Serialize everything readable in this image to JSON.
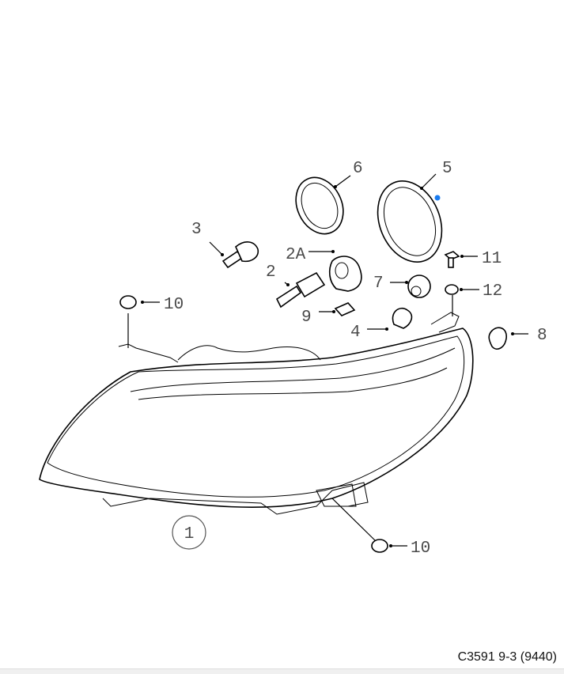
{
  "diagram": {
    "callouts": {
      "p1": "1",
      "p2": "2",
      "p2a": "2A",
      "p3": "3",
      "p4": "4",
      "p5": "5",
      "p6": "6",
      "p7": "7",
      "p8": "8",
      "p9": "9",
      "p10a": "10",
      "p10b": "10",
      "p11": "11",
      "p12": "12"
    },
    "footer": "C3591 9-3 (9440)",
    "marker_color": "#1a7cf0"
  }
}
